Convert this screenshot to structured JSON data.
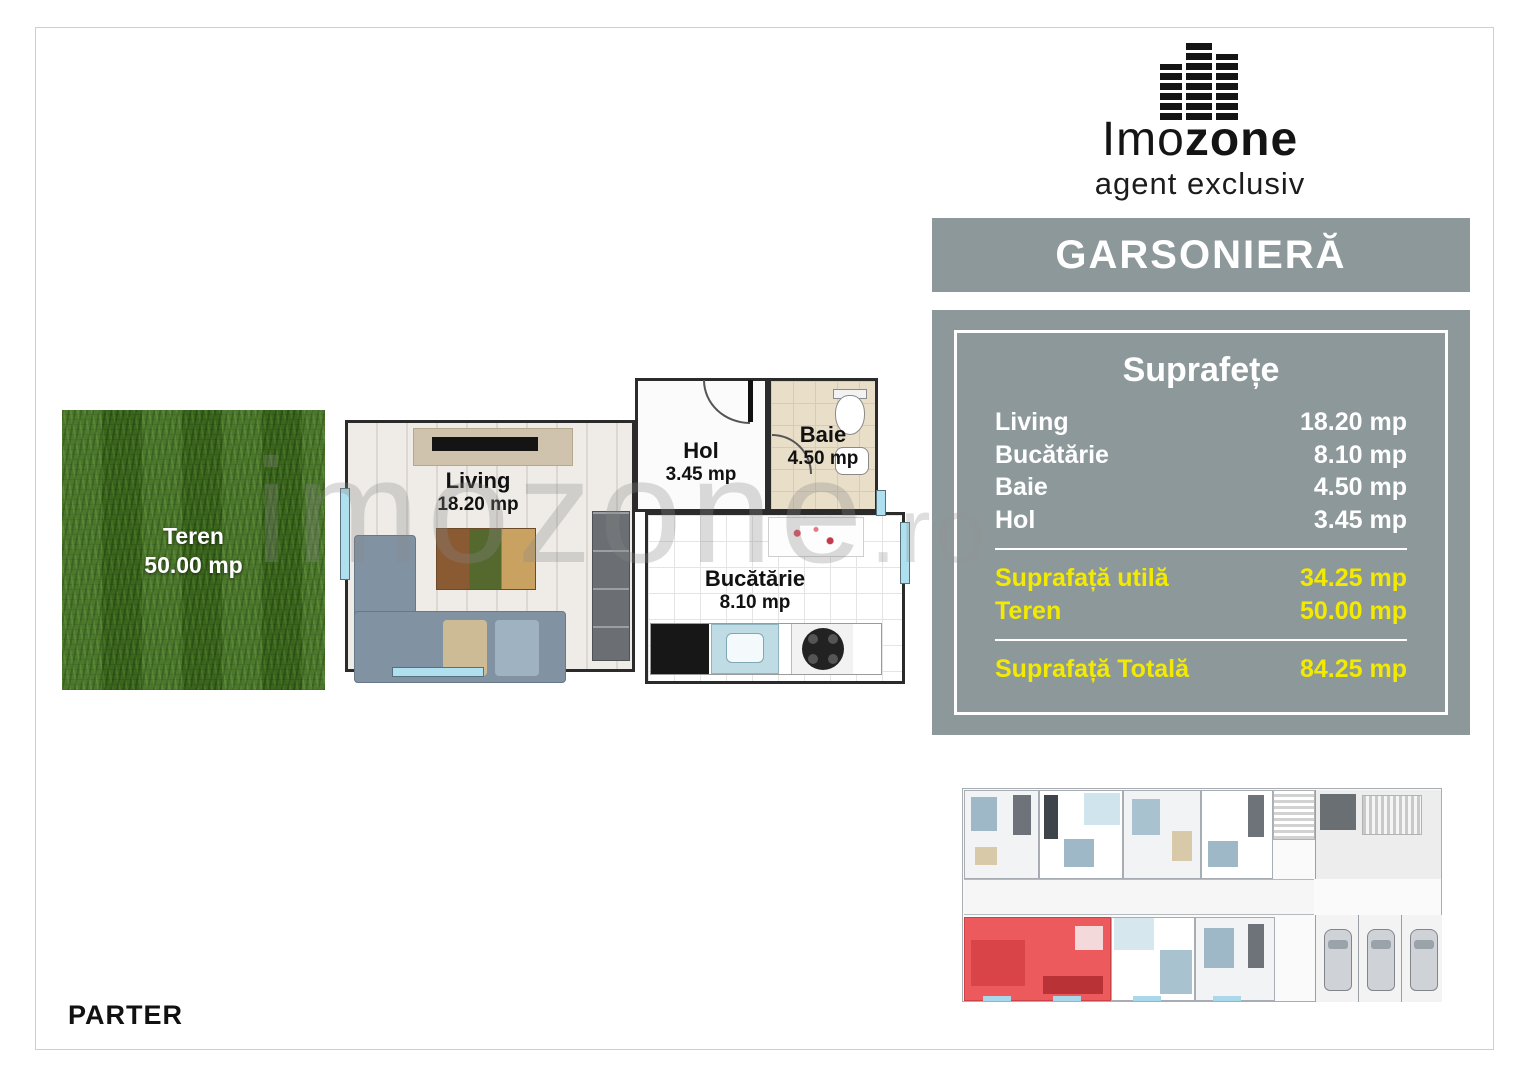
{
  "header": {
    "logo": {
      "brand_light": "Imo",
      "brand_bold": "zone",
      "tagline": "agent exclusiv"
    },
    "banner_title": "GARSONIERĂ"
  },
  "surfaces_panel": {
    "title": "Suprafețe",
    "rows": [
      {
        "label": "Living",
        "value": "18.20 mp"
      },
      {
        "label": "Bucătărie",
        "value": "8.10 mp"
      },
      {
        "label": "Baie",
        "value": "4.50 mp"
      },
      {
        "label": "Hol",
        "value": "3.45 mp"
      }
    ],
    "subtotals": [
      {
        "label": "Suprafață utilă",
        "value": "34.25 mp"
      },
      {
        "label": "Teren",
        "value": "50.00 mp"
      }
    ],
    "total": {
      "label": "Suprafață Totală",
      "value": "84.25 mp"
    }
  },
  "floorplan": {
    "rooms": [
      {
        "name": "Living",
        "area": "18.20 mp"
      },
      {
        "name": "Hol",
        "area": "3.45 mp"
      },
      {
        "name": "Baie",
        "area": "4.50 mp"
      },
      {
        "name": "Bucătărie",
        "area": "8.10 mp"
      }
    ],
    "land": {
      "name": "Teren",
      "area": "50.00 mp"
    }
  },
  "footer": {
    "floor_label": "PARTER"
  },
  "watermark": {
    "main": "imozone",
    "suffix": ".ro"
  },
  "colors": {
    "panel_gray": "#8d989b",
    "accent_yellow": "#f2ea00",
    "highlight_red": "#ec5a5e",
    "grass_green": "#41701f",
    "window_blue": "#aee0f0"
  }
}
